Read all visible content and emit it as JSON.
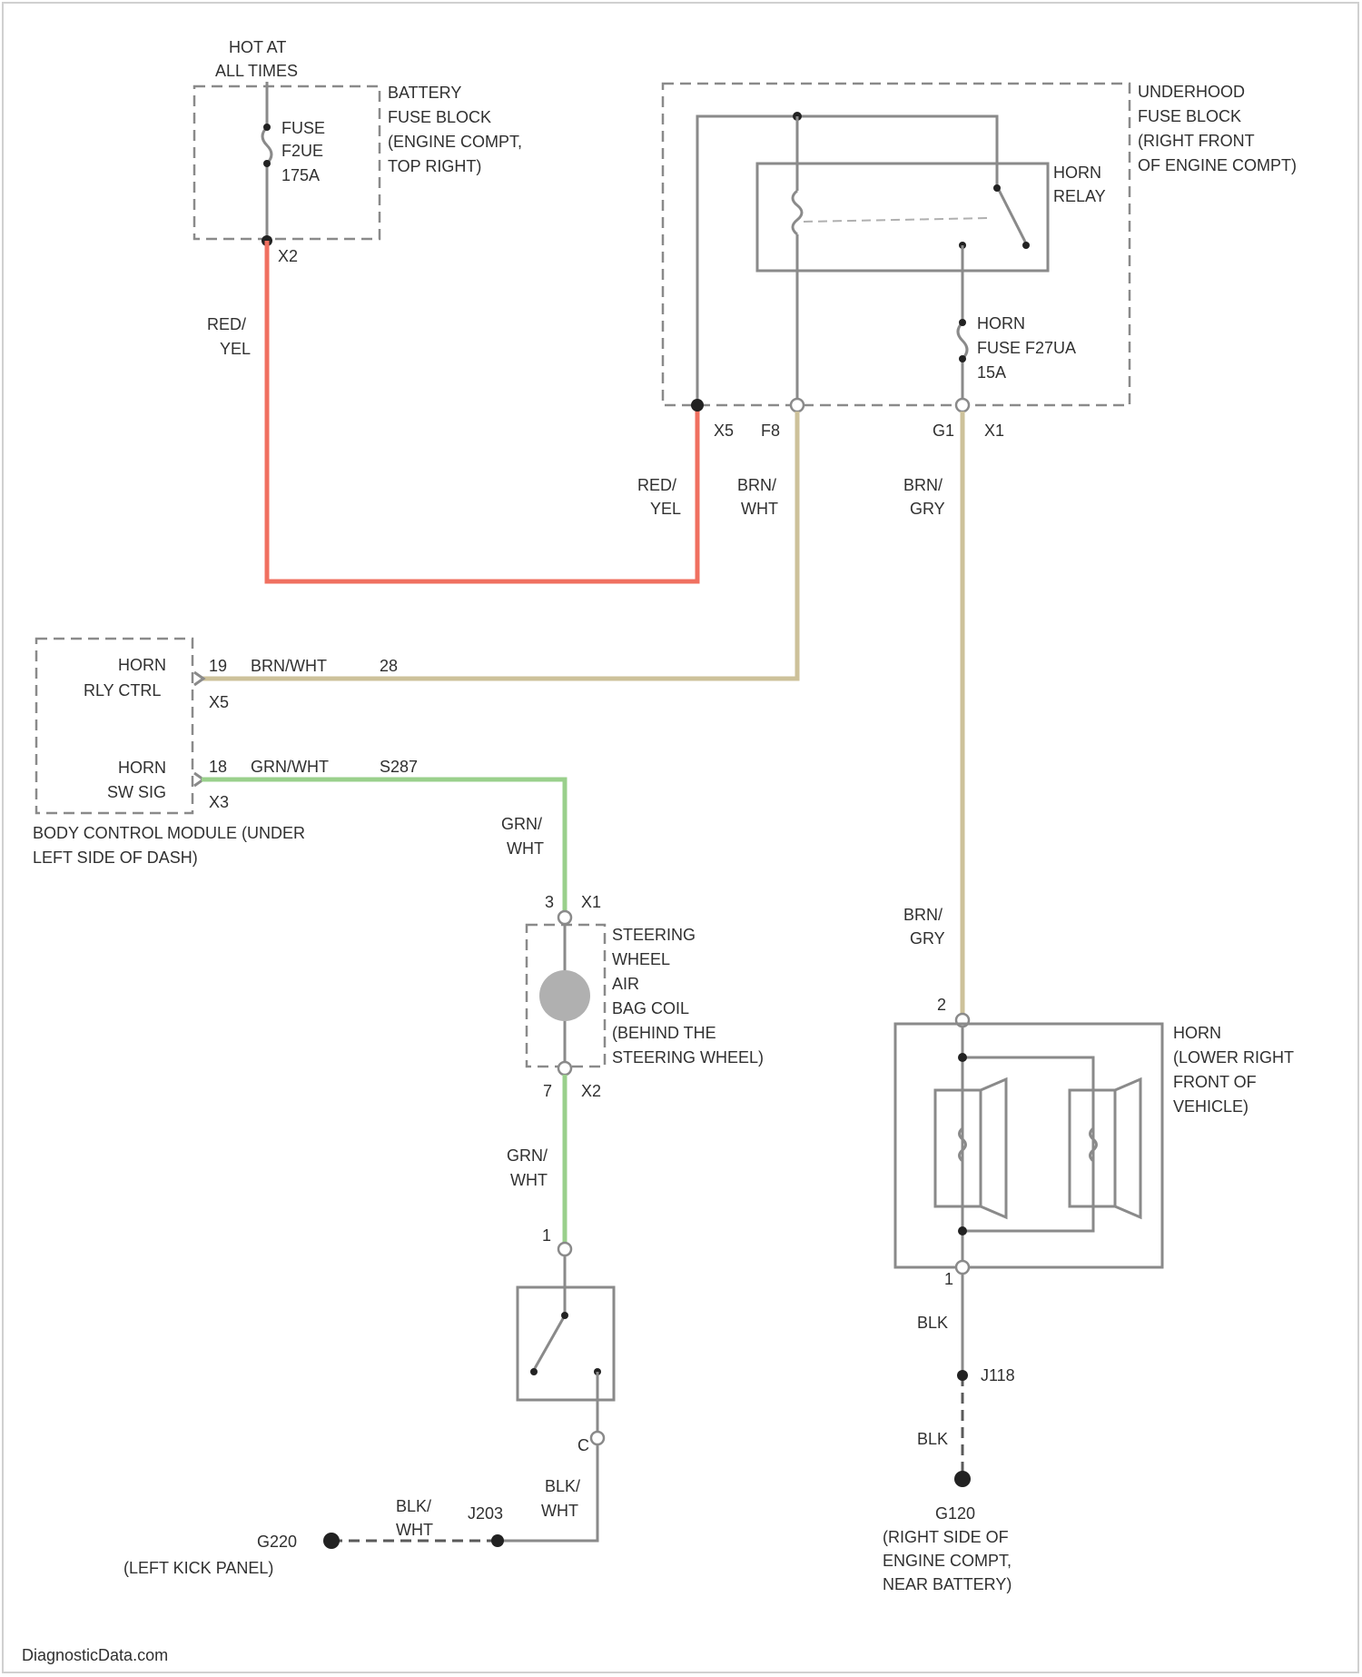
{
  "colors": {
    "red_yel": "#f07060",
    "brn_wht": "#cdc19a",
    "grn_wht": "#9ad08c",
    "box": "#8a8a8a"
  },
  "battery_block": {
    "hot_label": [
      "HOT AT",
      "ALL TIMES"
    ],
    "fuse_label": [
      "FUSE",
      "F2UE",
      "175A"
    ],
    "block_label": [
      "BATTERY",
      "FUSE BLOCK",
      "(ENGINE COMPT,",
      "TOP RIGHT)"
    ],
    "terminal": "X2"
  },
  "underhood": {
    "block_label": [
      "UNDERHOOD",
      "FUSE BLOCK",
      "(RIGHT FRONT",
      "OF ENGINE COMPT)"
    ],
    "relay_label": [
      "HORN",
      "RELAY"
    ],
    "fuse_label": [
      "HORN",
      "FUSE F27UA",
      "15A"
    ],
    "terminals": [
      "X5",
      "F8",
      "G1",
      "X1"
    ]
  },
  "wires": {
    "red_yel_top": [
      "RED/",
      "YEL"
    ],
    "red_yel_right": [
      "RED/",
      "YEL"
    ],
    "brn_wht_vert": [
      "BRN/",
      "WHT"
    ],
    "brn_gry_top": [
      "BRN/",
      "GRY"
    ],
    "brn_gry_lower": [
      "BRN/",
      "GRY"
    ],
    "grn_wht_upper": [
      "GRN/",
      "WHT"
    ],
    "grn_wht_lower": [
      "GRN/",
      "WHT"
    ],
    "blk_upper": "BLK",
    "blk_lower": "BLK",
    "blk_wht_left": [
      "BLK/",
      "WHT"
    ],
    "blk_wht_right": [
      "BLK/",
      "WHT"
    ]
  },
  "bcm": {
    "pin1_label": [
      "HORN",
      "RLY CTRL"
    ],
    "pin1_num": "19",
    "pin1_wire": "BRN/WHT",
    "pin1_circuit": "28",
    "pin1_conn": "X5",
    "pin2_label": [
      "HORN",
      "SW SIG"
    ],
    "pin2_num": "18",
    "pin2_wire": "GRN/WHT",
    "pin2_circuit": "S287",
    "pin2_conn": "X3",
    "module_label": [
      "BODY CONTROL MODULE (UNDER",
      "LEFT SIDE OF DASH)"
    ]
  },
  "coil": {
    "label": [
      "STEERING",
      "WHEEL",
      "AIR",
      "BAG COIL",
      "(BEHIND THE",
      "STEERING WHEEL)"
    ],
    "top_pin": "3",
    "top_conn": "X1",
    "bottom_pin": "7",
    "bottom_conn": "X2"
  },
  "switch": {
    "top_pin": "1",
    "bottom_pin": "C"
  },
  "horn": {
    "label": [
      "HORN",
      "(LOWER RIGHT",
      "FRONT OF",
      "VEHICLE)"
    ],
    "top_pin": "2",
    "bottom_pin": "1"
  },
  "grounds": {
    "splice_right": "J118",
    "ground_right": "G120",
    "ground_right_label": [
      "(RIGHT SIDE OF",
      "ENGINE COMPT,",
      "NEAR BATTERY)"
    ],
    "splice_left": "J203",
    "ground_left": "G220",
    "ground_left_label": "(LEFT KICK PANEL)"
  },
  "footer": "DiagnosticData.com"
}
